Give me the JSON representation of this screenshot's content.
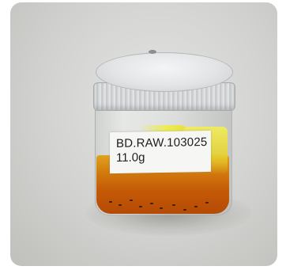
{
  "photo": {
    "subject": "glass-jar-with-oil",
    "label": {
      "line1": "BD.RAW.103025",
      "line2": "11.0g"
    }
  },
  "colors": {
    "background": "#d2d3d0",
    "lid": "#e2e4e5",
    "oil": "#c45a06",
    "oil_highlight": "#ecec52",
    "label_paper": "#f6f6f4",
    "label_text": "#1c1c1c"
  }
}
